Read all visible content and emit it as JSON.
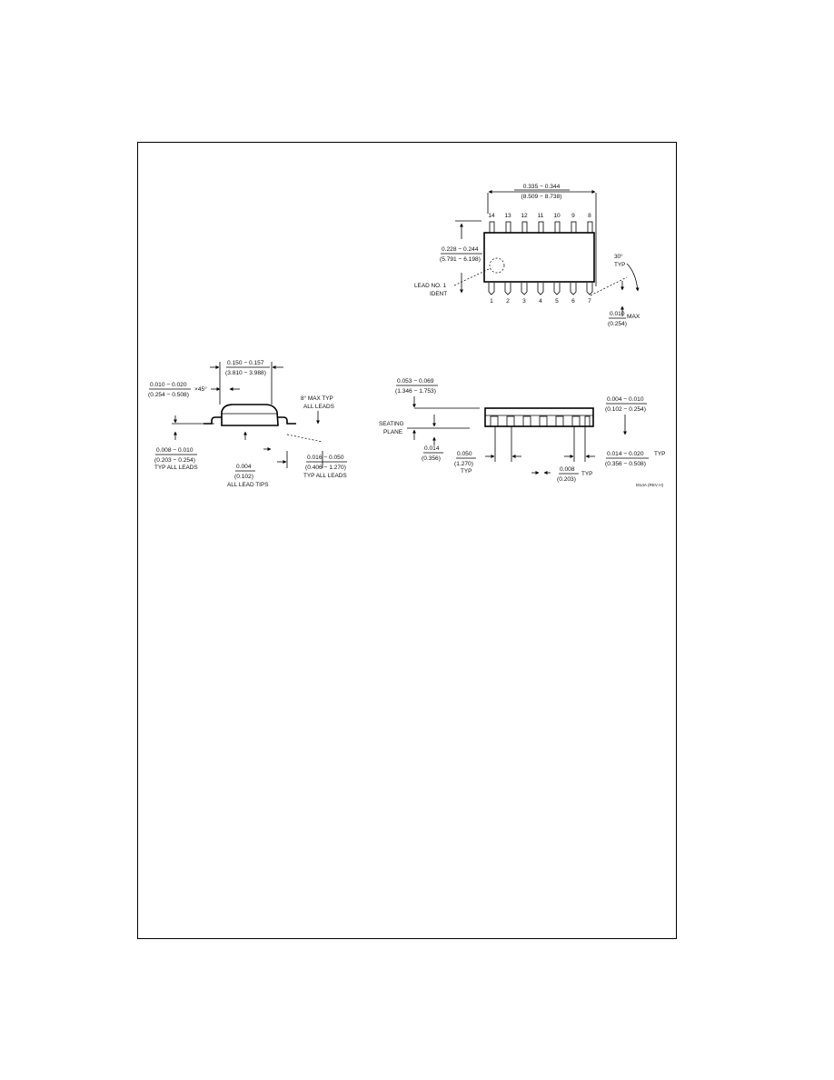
{
  "top_view": {
    "length_in": "0.335 − 0.344",
    "length_mm": "(8.509 − 8.738)",
    "width_in": "0.228 − 0.244",
    "width_mm": "(5.791 − 6.198)",
    "lead_no1_line1": "LEAD NO. 1",
    "lead_no1_line2": "IDENT",
    "angle_label": "30°",
    "angle_typ": "TYP",
    "max_in": "0.010",
    "max_word": "MAX",
    "max_mm": "(0.254)",
    "top_pins": [
      "14",
      "13",
      "12",
      "11",
      "10",
      "9",
      "8"
    ],
    "bottom_pins": [
      "1",
      "2",
      "3",
      "4",
      "5",
      "6",
      "7"
    ]
  },
  "side_view": {
    "body_width_in": "0.150 − 0.157",
    "body_width_mm": "(3.810 − 3.988)",
    "chamfer_in": "0.010 − 0.020",
    "chamfer_mm": "(0.254 − 0.508)",
    "chamfer_angle": "×45°",
    "lead_angle_line1": "8° MAX TYP",
    "lead_angle_line2": "ALL LEADS",
    "thick_in": "0.008 − 0.010",
    "thick_mm": "(0.203 − 0.254)",
    "thick_note": "TYP ALL LEADS",
    "coplanarity_in": "0.004",
    "coplanarity_mm": "(0.102)",
    "coplanarity_note": "ALL LEAD TIPS",
    "foot_in": "0.016 − 0.050",
    "foot_mm": "(0.406 − 1.270)",
    "foot_note": "TYP ALL LEADS"
  },
  "front_view": {
    "height_in": "0.053 − 0.069",
    "height_mm": "(1.346 − 1.753)",
    "standoff_in": "0.004 − 0.010",
    "standoff_mm": "(0.102 − 0.254)",
    "seating_line1": "SEATING",
    "seating_line2": "PLANE",
    "min_in": "0.014",
    "min_mm": "(0.356)",
    "pitch_in": "0.050",
    "pitch_mm": "(1.270)",
    "pitch_typ": "TYP",
    "lead_w_in": "0.014 − 0.020",
    "lead_w_typ": "TYP",
    "lead_w_mm": "(0.356 − 0.508)",
    "lead_t_in": "0.008",
    "lead_t_mm": "(0.203)",
    "lead_t_typ": "TYP",
    "drawing_no": "M14A (REV H)"
  }
}
